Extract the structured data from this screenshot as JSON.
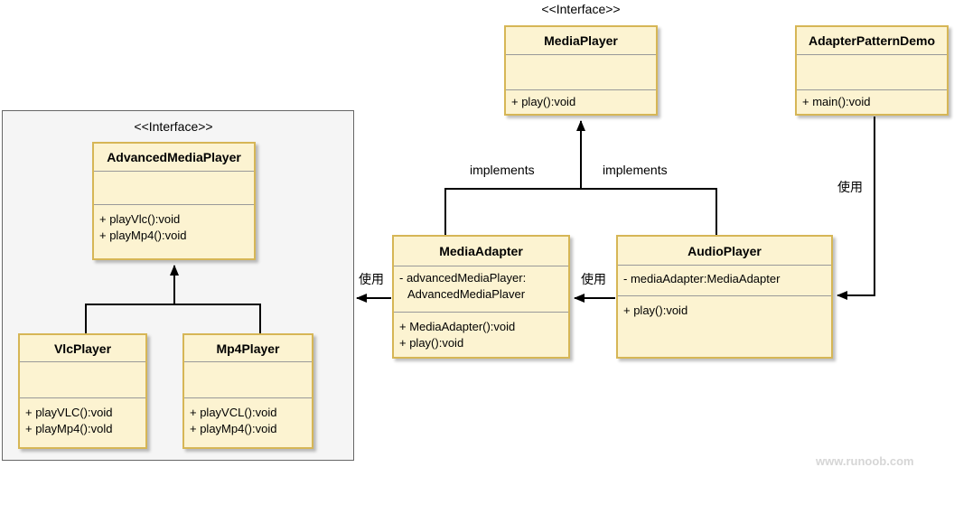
{
  "diagram": {
    "watermark": "www.runoob.com"
  },
  "labels": {
    "interface_top": "<<Interface>>",
    "interface_left": "<<Interface>>",
    "implements_left": "implements",
    "implements_right": "implements",
    "uses_left": "使用",
    "uses_middle": "使用",
    "uses_right": "使用"
  },
  "classes": {
    "media_player": {
      "name": "MediaPlayer",
      "attributes": [],
      "methods": [
        "+ play():void"
      ]
    },
    "adapter_pattern_demo": {
      "name": "AdapterPatternDemo",
      "attributes": [],
      "methods": [
        "+ main():void"
      ]
    },
    "advanced_media_player": {
      "name": "AdvancedMediaPlayer",
      "attributes": [],
      "methods": [
        "+ playVlc():void",
        "+ playMp4():void"
      ]
    },
    "vlc_player": {
      "name": "VlcPlayer",
      "attributes": [],
      "methods": [
        "+ playVLC():void",
        "+ playMp4():vold"
      ]
    },
    "mp4_player": {
      "name": "Mp4Player",
      "attributes": [],
      "methods": [
        "+ playVCL():void",
        "+ playMp4():void"
      ]
    },
    "media_adapter": {
      "name": "MediaAdapter",
      "attributes": [
        "- advancedMediaPlayer:",
        "AdvancedMediaPlaver"
      ],
      "methods": [
        "+ MediaAdapter():void",
        "+ play():void"
      ]
    },
    "audio_player": {
      "name": "AudioPlayer",
      "attributes": [
        "- mediaAdapter:MediaAdapter"
      ],
      "methods": [
        "+ play():void"
      ]
    }
  },
  "colors": {
    "class_fill": "#fcf3d1",
    "class_border": "#d6b656",
    "section_divider": "#999999",
    "group_fill": "#f5f5f5",
    "group_border": "#666666",
    "connector": "#000000",
    "watermark": "#d6d6d6"
  }
}
